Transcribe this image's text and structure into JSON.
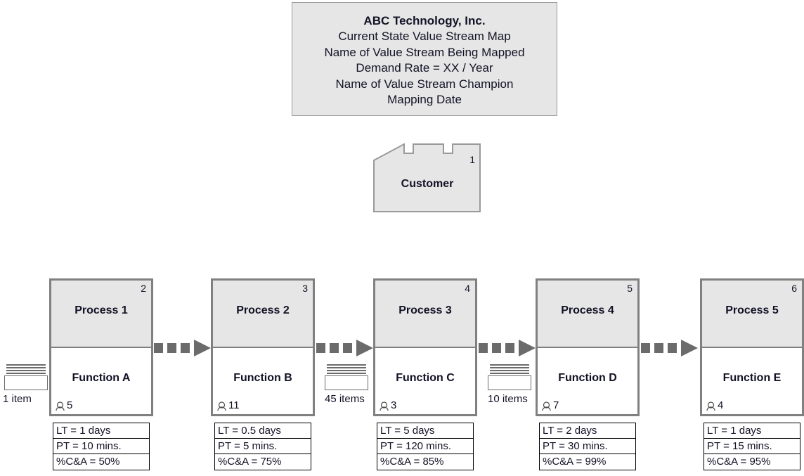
{
  "title_box": {
    "lines": [
      "ABC Technology, Inc.",
      "Current State Value Stream Map",
      "Name of Value Stream Being Mapped",
      "Demand Rate = XX / Year",
      "Name of Value Stream Champion",
      "Mapping Date"
    ]
  },
  "customer": {
    "label": "Customer",
    "number": "1",
    "icon": "factory-icon"
  },
  "processes": [
    {
      "number": "2",
      "name": "Process 1",
      "function": "Function A",
      "operators": "5",
      "operator_icon": "operator-icon",
      "data": [
        "LT = 1 days",
        "PT = 10 mins.",
        "%C&A = 50%"
      ]
    },
    {
      "number": "3",
      "name": "Process 2",
      "function": "Function B",
      "operators": "11",
      "operator_icon": "operator-icon",
      "data": [
        "LT = 0.5 days",
        "PT = 5 mins.",
        "%C&A = 75%"
      ]
    },
    {
      "number": "4",
      "name": "Process 3",
      "function": "Function C",
      "operators": "3",
      "operator_icon": "operator-icon",
      "data": [
        "LT = 5 days",
        "PT = 120 mins.",
        "%C&A = 85%"
      ]
    },
    {
      "number": "5",
      "name": "Process 4",
      "function": "Function D",
      "operators": "7",
      "operator_icon": "operator-icon",
      "data": [
        "LT = 2 days",
        "PT = 30 mins.",
        "%C&A = 99%"
      ]
    },
    {
      "number": "6",
      "name": "Process 5",
      "function": "Function E",
      "operators": "4",
      "operator_icon": "operator-icon",
      "data": [
        "LT = 1 days",
        "PT = 15 mins.",
        "%C&A = 95%"
      ]
    }
  ],
  "inventories": [
    {
      "label": "1 item",
      "icon": "inventory-icon"
    },
    {
      "label": "45 items",
      "icon": "inventory-icon"
    },
    {
      "label": "10 items",
      "icon": "inventory-icon"
    }
  ],
  "arrows": [
    {
      "icon": "push-arrow-icon"
    },
    {
      "icon": "push-arrow-icon"
    },
    {
      "icon": "push-arrow-icon"
    },
    {
      "icon": "push-arrow-icon"
    }
  ],
  "colors": {
    "box_fill": "#e6e6e6",
    "box_border": "#808080",
    "arrow": "#6b6b6b",
    "text": "#121226",
    "data_border": "#000000"
  }
}
